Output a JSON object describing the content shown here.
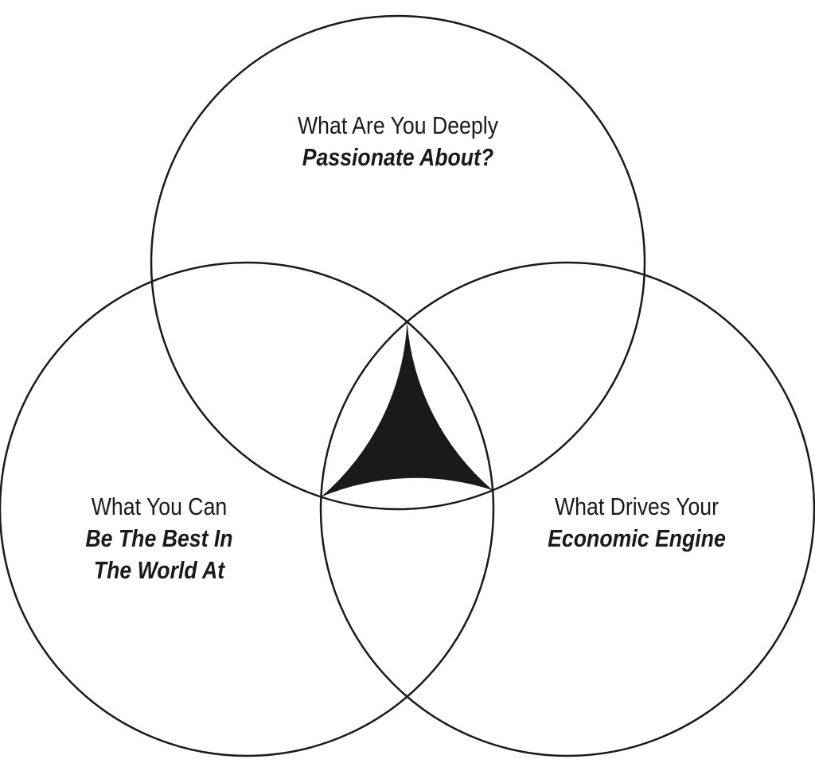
{
  "diagram": {
    "type": "venn",
    "sets": [
      {
        "id": "top",
        "line1": "What Are You Deeply",
        "emphasis": [
          "Passionate About?"
        ]
      },
      {
        "id": "left",
        "line1": "What You Can",
        "emphasis": [
          "Be The Best In",
          "The World At"
        ]
      },
      {
        "id": "right",
        "line1": "What Drives Your",
        "emphasis": [
          "Economic Engine"
        ]
      }
    ],
    "intersection_fill": "#1a1a1a",
    "stroke_color": "#1a1a1a",
    "text_color": "#1a1a1a"
  }
}
